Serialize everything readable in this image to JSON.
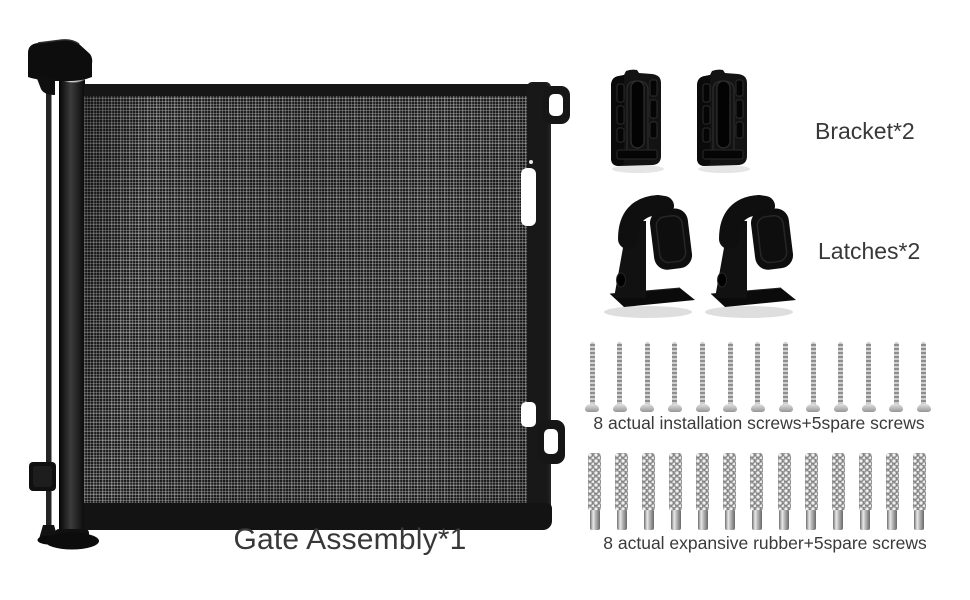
{
  "gate": {
    "label": "Gate Assembly*1"
  },
  "parts": {
    "bracket": {
      "label": "Bracket*2",
      "count": 2
    },
    "latches": {
      "label": "Latches*2",
      "count": 2
    },
    "screws": {
      "label": "8 actual installation screws+5spare screws",
      "count": 13
    },
    "anchors": {
      "label": "8 actual expansive rubber+5spare screws",
      "count": 13
    }
  },
  "icons": {
    "bracket": "bracket-icon (black plastic mounting bracket, molded slots)",
    "latch": "latch-icon (black plastic hook latch with base plate)",
    "screw": "screw-icon (silver threaded screw, head down)",
    "anchor": "anchor-icon (silver expansive rubber wall plug)"
  },
  "colors": {
    "background": "#ffffff",
    "plastic": "#141414",
    "mesh": "#1f1f1f",
    "metal": "#b9b9b9",
    "text": "#3a3a3a"
  }
}
